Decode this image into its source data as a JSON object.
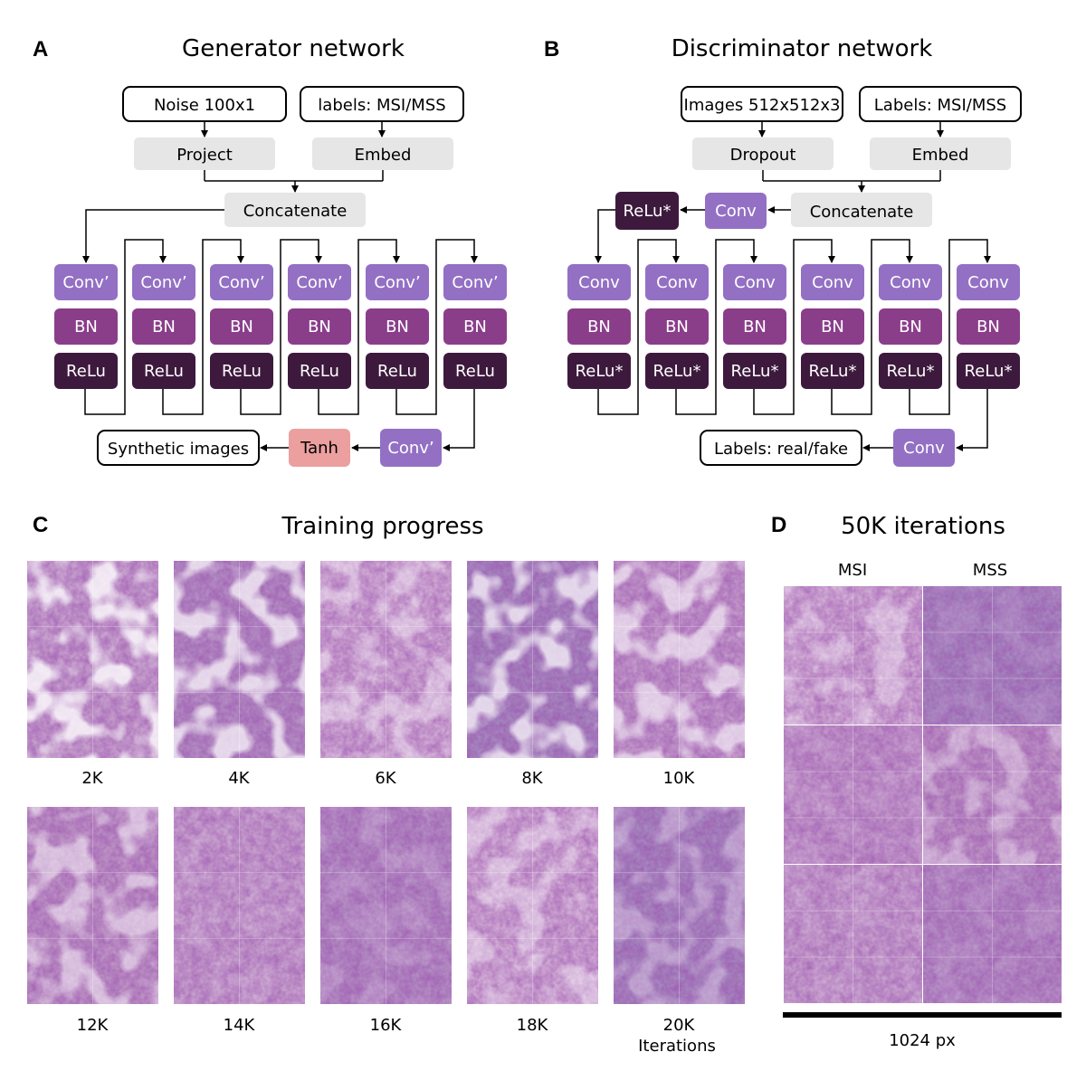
{
  "colors": {
    "conv": "#9370c4",
    "bn": "#8a3e8a",
    "relu": "#3d1a3d",
    "gray": "#e6e6e6",
    "tanh": "#ec9f9f",
    "line": "#000000"
  },
  "panel_a": {
    "letter": "A",
    "title": "Generator network",
    "noise": "Noise 100x1",
    "labels_in": "labels: MSI/MSS",
    "project": "Project",
    "embed": "Embed",
    "concat": "Concatenate",
    "conv": "Conv’",
    "bn": "BN",
    "relu": "ReLu",
    "final_conv": "Conv’",
    "tanh": "Tanh",
    "output": "Synthetic images"
  },
  "panel_b": {
    "letter": "B",
    "title": "Discriminator network",
    "images": "Images 512x512x3",
    "labels_in": "Labels: MSI/MSS",
    "dropout": "Dropout",
    "embed": "Embed",
    "concat": "Concatenate",
    "conv_top": "Conv",
    "relu_top": "ReLu*",
    "conv": "Conv",
    "bn": "BN",
    "relu": "ReLu*",
    "final_conv": "Conv",
    "output": "Labels: real/fake"
  },
  "panel_c": {
    "letter": "C",
    "title": "Training progress",
    "row1": [
      "2K",
      "4K",
      "6K",
      "8K",
      "10K"
    ],
    "row2": [
      "12K",
      "14K",
      "16K",
      "18K",
      "20K"
    ],
    "extra": "Iterations"
  },
  "panel_d": {
    "letter": "D",
    "title": "50K iterations",
    "col1": "MSI",
    "col2": "MSS",
    "scale": "1024 px"
  }
}
